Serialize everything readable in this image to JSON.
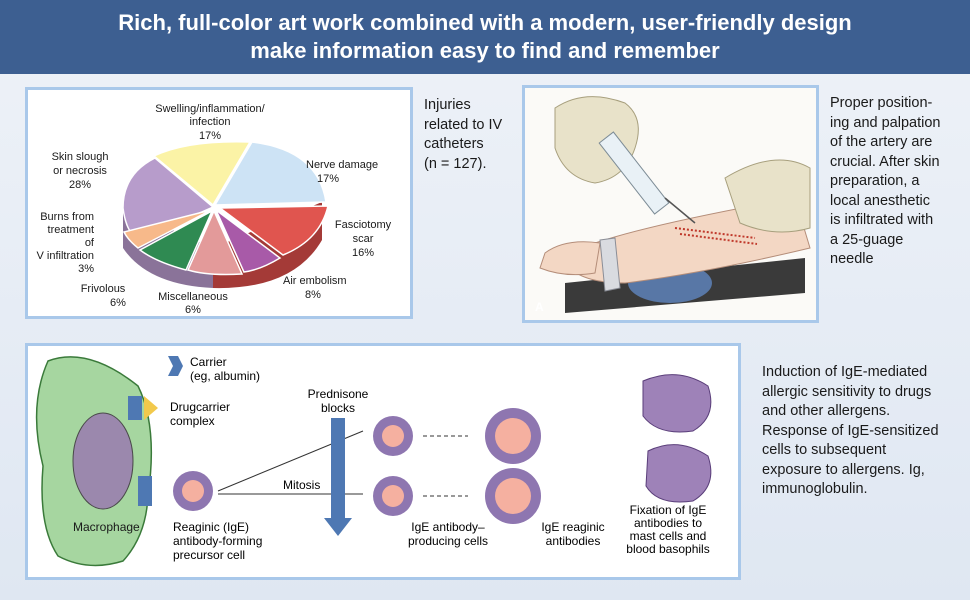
{
  "banner": {
    "line1": "Rich, full-color art work combined with a modern, user-friendly design",
    "line2": "make information easy to find and remember"
  },
  "pie": {
    "labels": {
      "swelling_l1": "Swelling/inflammation/",
      "swelling_l2": "infection",
      "swelling_pct": "17%",
      "nerve_l1": "Nerve damage",
      "nerve_pct": "17%",
      "fasc_l1": "Fasciotomy",
      "fasc_l2": "scar",
      "fasc_pct": "16%",
      "air_l1": "Air embolism",
      "air_pct": "8%",
      "misc_l1": "Miscellaneous",
      "misc_pct": "6%",
      "friv_l1": "Frivolous",
      "friv_pct": "6%",
      "burn_l1": "Burns from",
      "burn_l2": "treatment",
      "burn_l3": "of",
      "burn_l4": "V infiltration",
      "burn_pct": "3%",
      "skin_l1": "Skin slough",
      "skin_l2": "or necrosis",
      "skin_pct": "28%"
    },
    "colors": {
      "swelling": "#fbf3a6",
      "nerve": "#cde3f5",
      "fasc": "#e0554f",
      "air": "#a85aa8",
      "misc": "#e39a9a",
      "friv": "#2f8a52",
      "burn": "#f7b98a",
      "skin": "#b79ccb"
    }
  },
  "captions": {
    "injuries": [
      "Injuries",
      "related to IV",
      "catheters",
      "(n = 127)."
    ],
    "artery": [
      "Proper position-",
      "ing and palpation",
      "of the artery are",
      "crucial. After skin",
      "preparation, a",
      "local anesthetic",
      "is infiltrated with",
      "a 25-guage",
      "needle"
    ],
    "ige": [
      "Induction of IgE-mediated",
      "allergic sensitivity to drugs",
      "and other allergens.",
      "Response of IgE-sensitized",
      "cells to subsequent",
      "exposure to allergens. Ig,",
      "immunoglobulin."
    ]
  },
  "illustration": {
    "panel_letter": "A"
  },
  "diagram": {
    "carrier_l1": "Carrier",
    "carrier_l2": "(eg, albumin)",
    "drug_l1": "Drugcarrier",
    "drug_l2": "complex",
    "macrophage": "Macrophage",
    "reaginic_l1": "Reaginic (IgE)",
    "reaginic_l2": "antibody-forming",
    "reaginic_l3": "precursor cell",
    "mitosis": "Mitosis",
    "pred_l1": "Prednisone",
    "pred_l2": "blocks",
    "ige_prod_l1": "IgE antibody–",
    "ige_prod_l2": "producing cells",
    "ige_reag_l1": "IgE reaginic",
    "ige_reag_l2": "antibodies",
    "fix_l1": "Fixation of IgE",
    "fix_l2": "antibodies to",
    "fix_l3": "mast cells and",
    "fix_l4": "blood basophils"
  }
}
